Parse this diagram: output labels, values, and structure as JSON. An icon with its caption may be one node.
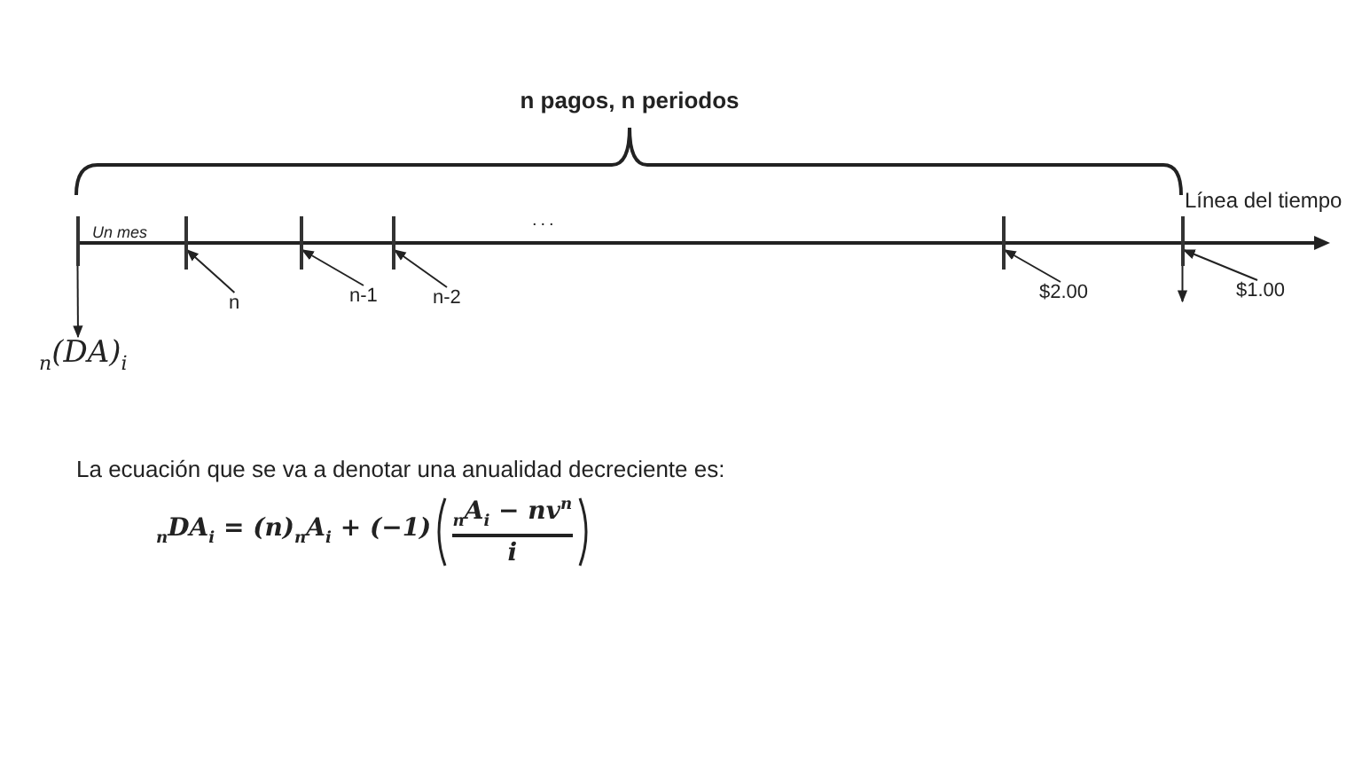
{
  "diagram": {
    "nodes": [
      {
        "text": [],
        "shape": "bar"
      },
      {
        "text": [],
        "shape": "bar"
      },
      {
        "text": [],
        "shape": "bar"
      },
      {
        "text": [],
        "shape": "bar"
      },
      {
        "text": [],
        "shape": "bar"
      },
      {
        "text": [],
        "shape": "bar"
      },
      {
        "text": [
          "n"
        ]
      },
      {
        "text": [
          "n-1"
        ]
      },
      {
        "text": [
          "n-2"
        ]
      },
      {
        "text": [
          "$2.00"
        ]
      },
      {
        "text": [
          "$1.00"
        ]
      },
      {
        "text": [
          "$_{n}$(DA)$_{i}$"
        ]
      }
    ],
    "edges": [
      {
        "from": 6,
        "to": 1,
        "arrow": "to"
      },
      {
        "from": 7,
        "to": 2,
        "arrow": "to"
      },
      {
        "from": 8,
        "to": 3,
        "arrow": "to"
      },
      {
        "from": 9,
        "to": 4,
        "arrow": "to"
      },
      {
        "from": 10,
        "to": 5,
        "arrow": "to"
      },
      {
        "from": 0,
        "to": 11,
        "arrow": "to"
      },
      {
        "from": 5,
        "to": null,
        "arrow": "to"
      }
    ],
    "labels": [
      "n pagos, n periodos",
      "Línea del tiempo",
      "Un mes",
      "...",
      "La ecuación que se va a denotar una anualidad decreciente es:",
      "$_{n}$DA$_{i}$ = (n)$_{n}$A$_{i}$ + (−1)",
      "$_{n}$A$_{i}$ − nv$^{n}$",
      "i"
    ]
  }
}
